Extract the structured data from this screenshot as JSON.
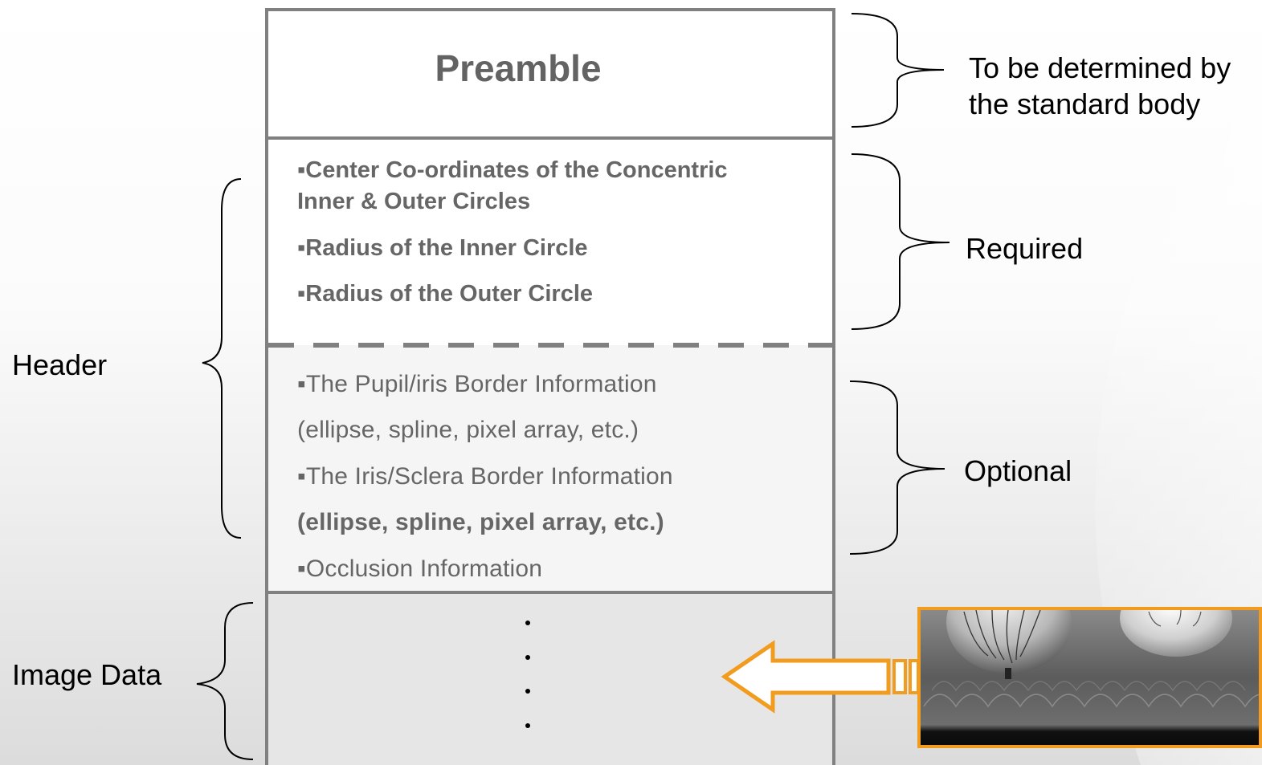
{
  "preamble": {
    "title": "Preamble"
  },
  "required_items": [
    "▪Center Co-ordinates of the Concentric",
    "Inner & Outer Circles",
    "▪Radius of the Inner Circle",
    "▪Radius of the Outer Circle"
  ],
  "optional_items": [
    "▪The Pupil/iris Border Information",
    "(ellipse, spline, pixel array, etc.)",
    "▪The Iris/Sclera Border Information",
    "(ellipse, spline, pixel array, etc.)",
    "▪Occlusion Information"
  ],
  "left_labels": {
    "header": "Header",
    "image_data": "Image Data"
  },
  "right_labels": {
    "standard_line1": "To be determined by",
    "standard_line2": "the standard body",
    "required": "Required",
    "optional": "Optional"
  },
  "colors": {
    "box_border": "#808080",
    "text_gray": "#666666",
    "arrow_orange": "#f29c1f"
  }
}
